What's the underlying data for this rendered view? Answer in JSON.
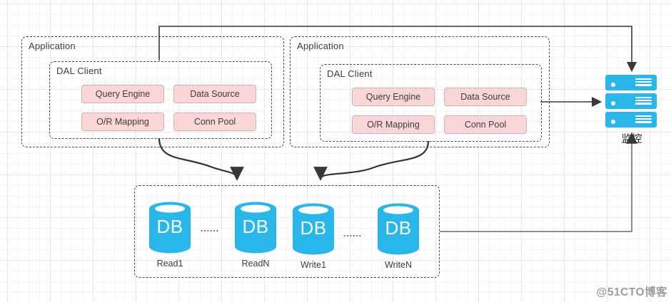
{
  "diagram": {
    "apps": [
      {
        "title": "Application",
        "dal_title": "DAL Client",
        "modules": [
          "Query Engine",
          "Data Source",
          "O/R Mapping",
          "Conn Pool"
        ]
      },
      {
        "title": "Application",
        "dal_title": "DAL Client",
        "modules": [
          "Query Engine",
          "Data Source",
          "O/R Mapping",
          "Conn Pool"
        ]
      }
    ],
    "monitor": {
      "label": "监控"
    },
    "db_cluster": {
      "db_text": "DB",
      "dots": "......",
      "nodes": [
        {
          "label": "Read1"
        },
        {
          "label": "ReadN"
        },
        {
          "label": "Write1"
        },
        {
          "label": "WriteN"
        }
      ]
    },
    "watermark": "@51CTO博客",
    "colors": {
      "blue": "#29B6EA",
      "pink": "#FBD5D8",
      "line": "#3A3A3A"
    }
  }
}
